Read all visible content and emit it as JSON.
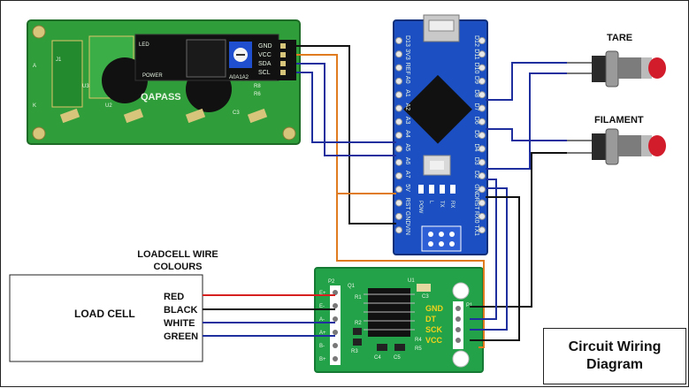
{
  "title": {
    "line1": "Circuit Wiring",
    "line2": "Diagram"
  },
  "buttons": {
    "tare": "TARE",
    "filament": "FILAMENT"
  },
  "loadcell": {
    "box_label": "LOAD CELL",
    "caption_line1": "LOADCELL WIRE",
    "caption_line2": "COLOURS",
    "wires": [
      {
        "label": "RED",
        "color": "#d62020"
      },
      {
        "label": "BLACK",
        "color": "#111111"
      },
      {
        "label": "WHITE",
        "color": "#1f2f9e"
      },
      {
        "label": "GREEN",
        "color": "#1f2f9e"
      }
    ]
  },
  "lcd": {
    "brand": "QAPASS",
    "pins": [
      "GND",
      "VCC",
      "SDA",
      "SCL"
    ],
    "labels": [
      "LED",
      "POWER",
      "U2",
      "U3",
      "A0A1A2",
      "J1",
      "R8",
      "R6",
      "C3",
      "K",
      "A"
    ]
  },
  "nano": {
    "left_pins": [
      "D13",
      "3V3",
      "REF",
      "A0",
      "A1",
      "A2",
      "A3",
      "A4",
      "A5",
      "A6",
      "A7",
      "5V",
      "RST",
      "GND",
      "VIN"
    ],
    "right_pins": [
      "D12",
      "D11",
      "D10",
      "D9",
      "D8",
      "D7",
      "D6",
      "D5",
      "D4",
      "D3",
      "D2",
      "GND",
      "RST",
      "RX0",
      "TX1"
    ],
    "leds": [
      "POW",
      "L",
      "TX",
      "RX"
    ]
  },
  "hx711": {
    "left_labels": [
      "E+",
      "E-",
      "A-",
      "A+",
      "B-",
      "B+"
    ],
    "right_labels": [
      "GND",
      "DT",
      "SCK",
      "VCC"
    ],
    "chip_label": "U1",
    "conn_label": "P2",
    "misc": [
      "Q1",
      "R1",
      "R2",
      "C3",
      "C4",
      "C5",
      "R3",
      "R4",
      "R5",
      "P1"
    ]
  },
  "colors": {
    "pcb_green": "#2f9e3a",
    "nano_blue": "#1b4fc2",
    "wire_blue": "#1f2f9e",
    "wire_orange": "#e07b1f",
    "wire_black": "#111111",
    "wire_red": "#d62020",
    "hx_label_yellow": "#f2d21b"
  }
}
